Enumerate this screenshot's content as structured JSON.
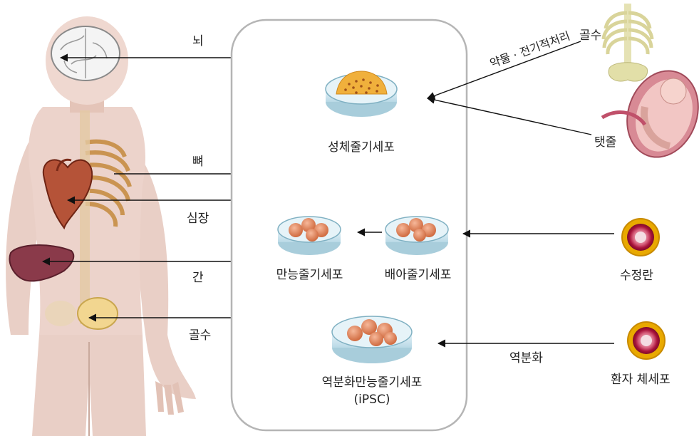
{
  "organs": {
    "brain": "뇌",
    "bone": "뼈",
    "heart": "심장",
    "liver": "간",
    "marrow": "골수"
  },
  "cells": {
    "adult_stem": "성체줄기세포",
    "pluripotent": "만능줄기세포",
    "embryonic": "배아줄기세포",
    "ipsc_line1": "역분화만능줄기세포",
    "ipsc_line2": "(iPSC)"
  },
  "sources": {
    "marrow": "골수",
    "cord": "탯줄",
    "fertilized_egg": "수정란",
    "somatic_cell": "환자 체세포"
  },
  "arrows": {
    "drug_treatment": "약물 · 전기적처리",
    "reprogramming": "역분화"
  },
  "colors": {
    "box_border": "#b5b5b5",
    "cell_orange": "#e0875d",
    "dish_blue": "#cfe6f0",
    "egg_outer": "#e9a900",
    "egg_inner": "#b01a3a"
  }
}
